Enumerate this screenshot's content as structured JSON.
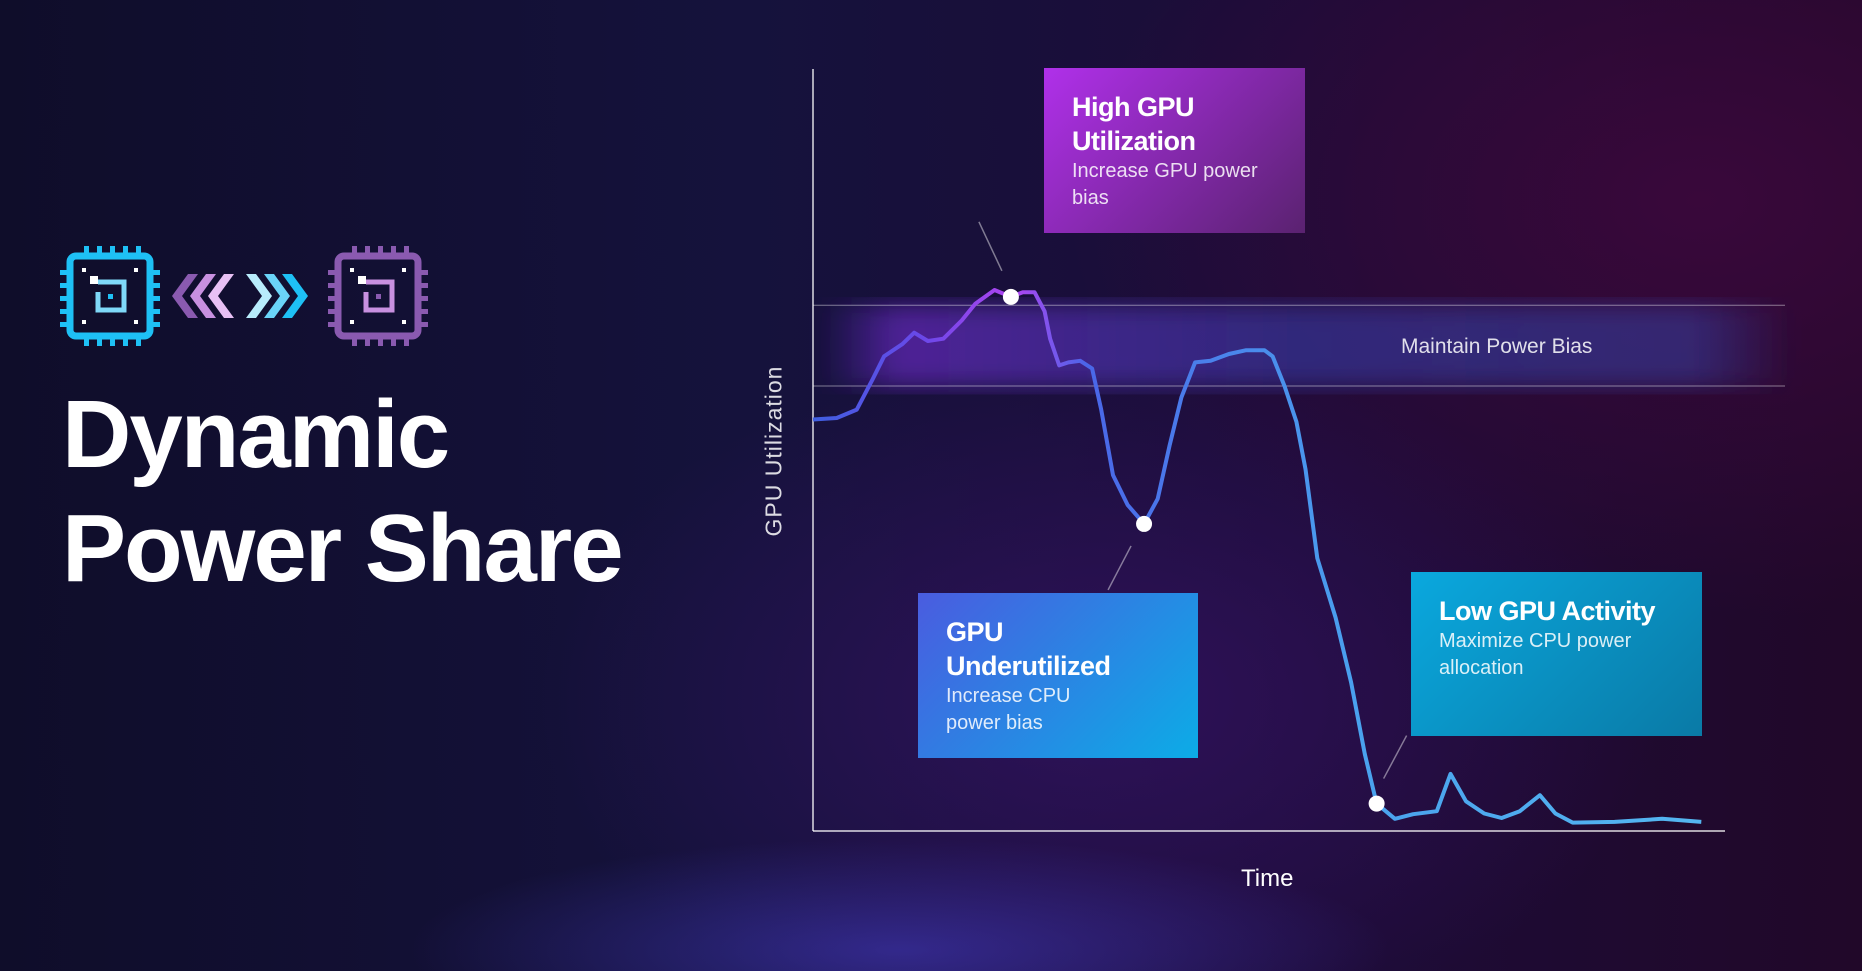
{
  "title_lines": [
    "Dynamic",
    "Power Share"
  ],
  "icons": {
    "left": "cpu-chip-icon",
    "middle": "bidirectional-chevron-arrows-icon",
    "right": "gpu-chip-icon"
  },
  "colors": {
    "cpu": "#1ec0f5",
    "gpu": "#8a5ab0",
    "curve_purple": "#b044f0",
    "curve_blue": "#3f66e6",
    "curve_light": "#55b8f0"
  },
  "chart_data": {
    "type": "line",
    "title": "",
    "xlabel": "Time",
    "ylabel": "GPU Utilization",
    "xlim": [
      0,
      100
    ],
    "ylim": [
      0,
      100
    ],
    "grid": false,
    "series": [
      {
        "name": "GPU Utilization",
        "x": [
          0,
          2.6,
          4.8,
          6.5,
          7.8,
          9.8,
          11.1,
          12.6,
          14.3,
          16.3,
          17.8,
          19.9,
          21.7,
          23.0,
          24.3,
          25.4,
          26.0,
          27.0,
          28.0,
          29.3,
          30.6,
          31.6,
          32.9,
          34.5,
          36.3,
          37.8,
          39.1,
          40.4,
          41.9,
          43.6,
          45.6,
          47.5,
          49.5,
          50.4,
          51.7,
          53.0,
          54.0,
          55.3,
          57.3,
          59.0,
          60.5,
          61.8,
          63.8,
          65.8,
          68.4,
          69.9,
          71.6,
          73.6,
          75.5,
          77.5,
          79.7,
          81.4,
          83.3,
          87.9,
          93.1,
          97.4
        ],
        "y": [
          54.0,
          54.2,
          55.3,
          59.2,
          62.3,
          63.9,
          65.4,
          64.3,
          64.6,
          67.0,
          69.2,
          71.0,
          70.1,
          70.7,
          70.7,
          68.2,
          64.6,
          61.1,
          61.5,
          61.7,
          60.7,
          55.3,
          46.7,
          42.8,
          40.3,
          43.6,
          50.6,
          56.9,
          61.5,
          61.7,
          62.6,
          63.1,
          63.1,
          62.3,
          58.4,
          53.7,
          47.5,
          35.8,
          28.0,
          19.5,
          10.1,
          3.6,
          1.6,
          2.2,
          2.6,
          7.5,
          3.9,
          2.3,
          1.7,
          2.6,
          4.7,
          2.3,
          1.1,
          1.2,
          1.6,
          1.2
        ]
      }
    ],
    "band": {
      "label": "Maintain Power Bias",
      "range": [
        58.4,
        69.0
      ]
    },
    "annotations": [
      {
        "id": "high",
        "x": 21.7,
        "y": 70.1,
        "title": "High GPU Utilization",
        "title_lines": [
          "High GPU",
          "Utilization"
        ],
        "body_lines": [
          "Increase GPU power",
          "bias"
        ]
      },
      {
        "id": "under",
        "x": 36.3,
        "y": 40.3,
        "title": "GPU Underutilized",
        "title_lines": [
          "GPU",
          "Underutilized"
        ],
        "body_lines": [
          "Increase CPU",
          "power bias"
        ]
      },
      {
        "id": "low",
        "x": 61.8,
        "y": 3.6,
        "title": "Low GPU Activity",
        "title_lines": [
          "Low GPU Activity"
        ],
        "body_lines": [
          "Maximize CPU power",
          "allocation"
        ]
      }
    ]
  }
}
